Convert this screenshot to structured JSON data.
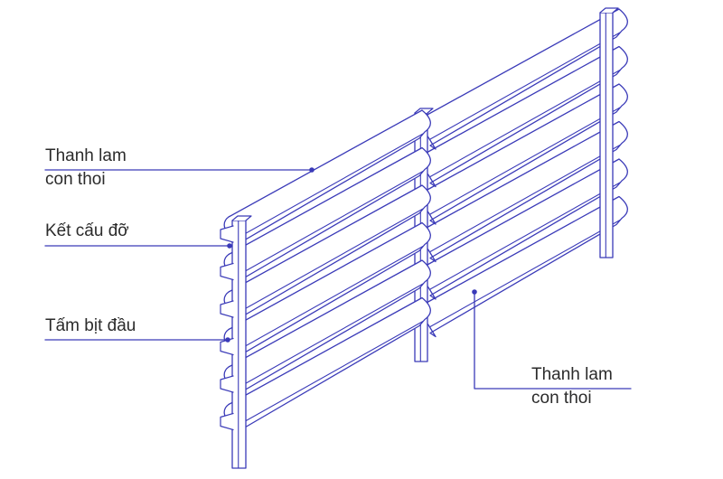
{
  "diagram": {
    "colors": {
      "line": "#3a3ab8",
      "text": "#2b2b2b",
      "background": "#ffffff"
    },
    "labels": {
      "louver_left": {
        "line1": "Thanh lam",
        "line2": "con thoi"
      },
      "support_structure": {
        "text": "Kết cấu đỡ"
      },
      "end_plate": {
        "text": "Tấm bịt đầu"
      },
      "louver_right": {
        "line1": "Thanh lam",
        "line2": "con thoi"
      }
    },
    "slat_count": 6
  }
}
